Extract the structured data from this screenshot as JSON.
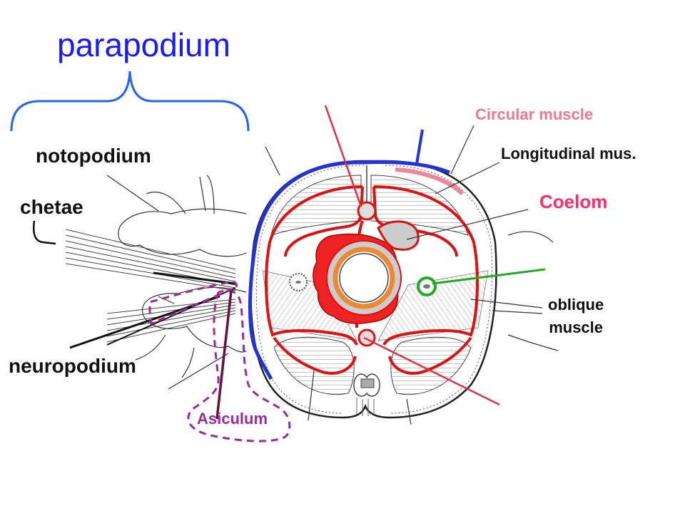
{
  "title": "parapodium",
  "labels": {
    "circular_muscle": "Circular muscle",
    "longitudinal_muscle": "Longitudinal mus.",
    "coelom": "Coelom",
    "notopodium": "notopodium",
    "chetae": "chetae",
    "oblique_line1": "oblique",
    "oblique_line2": "muscle",
    "neuropodium": "neuropodium",
    "asiculum": "Asiculum"
  },
  "colors": {
    "title": "#1a1aff",
    "brace": "#2266ee",
    "circular_muscle": "#f07890",
    "coelom": "#ff2a6a",
    "black": "#111111",
    "asiculum": "#9b2a9b",
    "asiculum_line": "#6a1040",
    "oblique_pointer": "#22aa22",
    "body_outline": "#222222",
    "circular_layer": "#2233dd",
    "coelom_lining": "#dd1111",
    "gut_lumen": "#cccccc",
    "gut_wall": "#ee8833",
    "hatch": "#777777"
  }
}
